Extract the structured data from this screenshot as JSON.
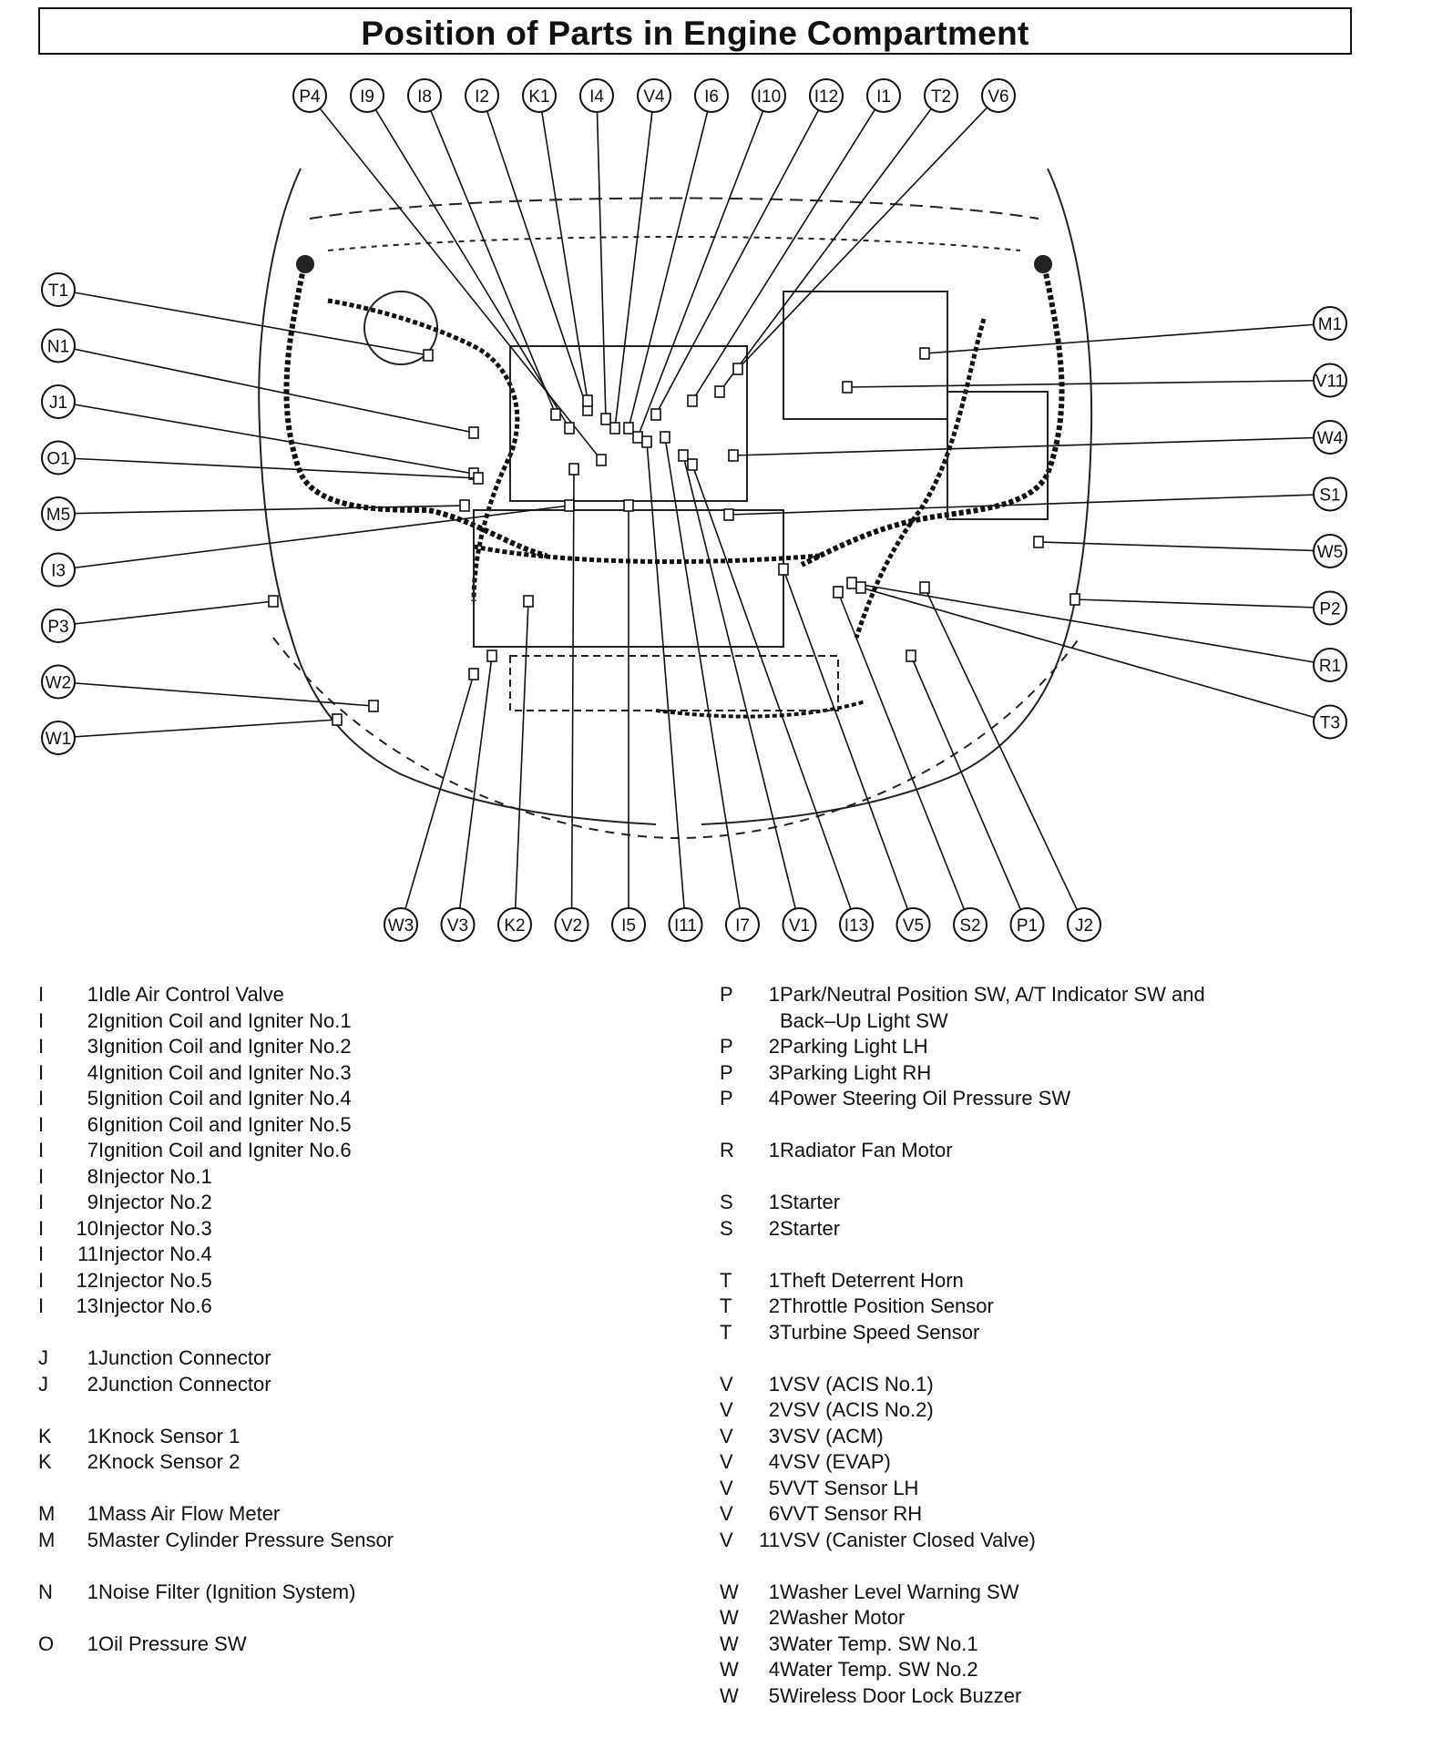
{
  "title": "Position of Parts in Engine Compartment",
  "callouts": {
    "top": [
      "P4",
      "I9",
      "I8",
      "I2",
      "K1",
      "I4",
      "V4",
      "I6",
      "I10",
      "I12",
      "I1",
      "T2",
      "V6"
    ],
    "left": [
      "T1",
      "N1",
      "J1",
      "O1",
      "M5",
      "I3",
      "P3",
      "W2",
      "W1"
    ],
    "right": [
      "M1",
      "V11",
      "W4",
      "S1",
      "W5",
      "P2",
      "R1",
      "T3"
    ],
    "bottom": [
      "W3",
      "V3",
      "K2",
      "V2",
      "I5",
      "I11",
      "I7",
      "V1",
      "I13",
      "V5",
      "S2",
      "P1",
      "J2"
    ]
  },
  "legend_left": [
    {
      "letter": "I",
      "num": "1",
      "desc": "Idle Air Control Valve"
    },
    {
      "letter": "I",
      "num": "2",
      "desc": "Ignition Coil and Igniter No.1"
    },
    {
      "letter": "I",
      "num": "3",
      "desc": "Ignition Coil and Igniter No.2"
    },
    {
      "letter": "I",
      "num": "4",
      "desc": "Ignition Coil and Igniter No.3"
    },
    {
      "letter": "I",
      "num": "5",
      "desc": "Ignition Coil and Igniter No.4"
    },
    {
      "letter": "I",
      "num": "6",
      "desc": "Ignition Coil and Igniter No.5"
    },
    {
      "letter": "I",
      "num": "7",
      "desc": "Ignition Coil and Igniter No.6"
    },
    {
      "letter": "I",
      "num": "8",
      "desc": "Injector No.1"
    },
    {
      "letter": "I",
      "num": "9",
      "desc": "Injector No.2"
    },
    {
      "letter": "I",
      "num": "10",
      "desc": "Injector No.3"
    },
    {
      "letter": "I",
      "num": "11",
      "desc": "Injector No.4"
    },
    {
      "letter": "I",
      "num": "12",
      "desc": "Injector No.5"
    },
    {
      "letter": "I",
      "num": "13",
      "desc": "Injector No.6"
    },
    {
      "letter": "J",
      "num": "1",
      "desc": "Junction Connector",
      "gap": true
    },
    {
      "letter": "J",
      "num": "2",
      "desc": "Junction Connector"
    },
    {
      "letter": "K",
      "num": "1",
      "desc": "Knock Sensor 1",
      "gap": true
    },
    {
      "letter": "K",
      "num": "2",
      "desc": "Knock Sensor 2"
    },
    {
      "letter": "M",
      "num": "1",
      "desc": "Mass Air Flow Meter",
      "gap": true
    },
    {
      "letter": "M",
      "num": "5",
      "desc": "Master Cylinder Pressure Sensor"
    },
    {
      "letter": "N",
      "num": "1",
      "desc": "Noise Filter (Ignition System)",
      "gap": true
    },
    {
      "letter": "O",
      "num": "1",
      "desc": "Oil Pressure SW",
      "gap": true
    }
  ],
  "legend_right": [
    {
      "letter": "P",
      "num": "1",
      "desc": "Park/Neutral Position SW, A/T Indicator SW and"
    },
    {
      "letter": "",
      "num": "",
      "desc": "Back–Up Light SW"
    },
    {
      "letter": "P",
      "num": "2",
      "desc": "Parking Light LH"
    },
    {
      "letter": "P",
      "num": "3",
      "desc": "Parking Light RH"
    },
    {
      "letter": "P",
      "num": "4",
      "desc": "Power Steering Oil Pressure SW"
    },
    {
      "letter": "R",
      "num": "1",
      "desc": "Radiator Fan Motor",
      "gap": true
    },
    {
      "letter": "S",
      "num": "1",
      "desc": "Starter",
      "gap": true
    },
    {
      "letter": "S",
      "num": "2",
      "desc": "Starter"
    },
    {
      "letter": "T",
      "num": "1",
      "desc": "Theft Deterrent Horn",
      "gap": true
    },
    {
      "letter": "T",
      "num": "2",
      "desc": "Throttle Position Sensor"
    },
    {
      "letter": "T",
      "num": "3",
      "desc": "Turbine Speed Sensor"
    },
    {
      "letter": "V",
      "num": "1",
      "desc": "VSV (ACIS No.1)",
      "gap": true
    },
    {
      "letter": "V",
      "num": "2",
      "desc": "VSV (ACIS No.2)"
    },
    {
      "letter": "V",
      "num": "3",
      "desc": "VSV (ACM)"
    },
    {
      "letter": "V",
      "num": "4",
      "desc": "VSV (EVAP)"
    },
    {
      "letter": "V",
      "num": "5",
      "desc": "VVT Sensor LH"
    },
    {
      "letter": "V",
      "num": "6",
      "desc": "VVT Sensor RH"
    },
    {
      "letter": "V",
      "num": "11",
      "desc": "VSV (Canister Closed Valve)"
    },
    {
      "letter": "W",
      "num": "1",
      "desc": "Washer Level Warning SW",
      "gap": true
    },
    {
      "letter": "W",
      "num": "2",
      "desc": "Washer Motor"
    },
    {
      "letter": "W",
      "num": "3",
      "desc": "Water Temp. SW No.1"
    },
    {
      "letter": "W",
      "num": "4",
      "desc": "Water Temp. SW No.2"
    },
    {
      "letter": "W",
      "num": "5",
      "desc": "Wireless Door Lock Buzzer"
    }
  ]
}
